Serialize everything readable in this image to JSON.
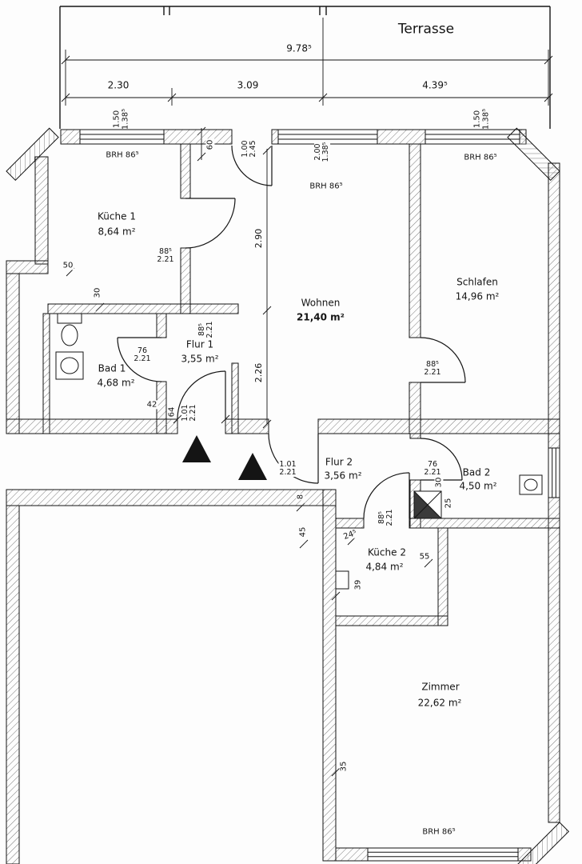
{
  "plan": {
    "terrace_label": "Terrasse",
    "brh_label": "BRH 86⁵"
  },
  "dims": {
    "total_width": "9.78⁵",
    "seg1": "2.30",
    "seg2": "3.09",
    "seg3": "4.39⁵",
    "left_window_w": "1.50",
    "left_window_h": "1.38⁵",
    "right_window_w": "1.50",
    "right_window_h": "1.38⁵",
    "mid_window_w": "2.00",
    "mid_window_h": "1.38⁵",
    "terrace_door_w": "1.00",
    "terrace_door_h": "2.45",
    "d60": "60",
    "wohnen_upper": "2.90",
    "wohnen_lower": "2.26",
    "d50": "50",
    "d30": "30",
    "d42": "42",
    "d64": "64",
    "d8": "8",
    "d45": "45",
    "d245": "24⁵",
    "d55": "55",
    "d39": "39",
    "d35": "35",
    "d25": "25"
  },
  "doors": {
    "door88": {
      "w": "88⁵",
      "h": "2.21"
    },
    "door76": {
      "w": "76",
      "h": "2.21"
    },
    "door101": {
      "w": "1.01",
      "h": "2.21"
    }
  },
  "rooms": {
    "kueche1": {
      "name": "Küche 1",
      "area": "8,64 m²"
    },
    "wohnen": {
      "name": "Wohnen",
      "area": "21,40 m²"
    },
    "schlafen": {
      "name": "Schlafen",
      "area": "14,96 m²"
    },
    "flur1": {
      "name": "Flur 1",
      "area": "3,55 m²"
    },
    "bad1": {
      "name": "Bad 1",
      "area": "4,68 m²"
    },
    "flur2": {
      "name": "Flur 2",
      "area": "3,56 m²"
    },
    "bad2": {
      "name": "Bad 2",
      "area": "4,50 m²"
    },
    "kueche2": {
      "name": "Küche 2",
      "area": "4,84 m²"
    },
    "zimmer": {
      "name": "Zimmer",
      "area": "22,62 m²"
    }
  }
}
